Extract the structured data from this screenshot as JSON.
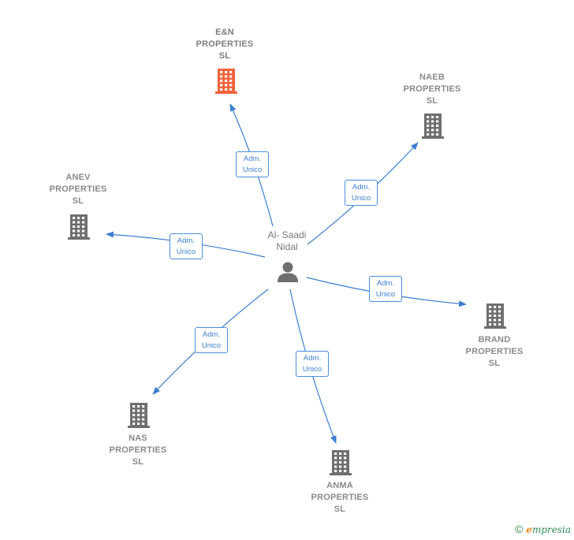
{
  "center": {
    "name_lines": [
      "Al- Saadi",
      "Nidal"
    ],
    "icon": "person-icon"
  },
  "relation_label": [
    "Adm.",
    "Unico"
  ],
  "companies": [
    {
      "id": "en",
      "lines": [
        "E&N",
        "PROPERTIES",
        "SL"
      ],
      "highlight": true
    },
    {
      "id": "naeb",
      "lines": [
        "NAEB",
        "PROPERTIES",
        "SL"
      ],
      "highlight": false
    },
    {
      "id": "anev",
      "lines": [
        "ANEV",
        "PROPERTIES",
        "SL"
      ],
      "highlight": false
    },
    {
      "id": "brand",
      "lines": [
        "BRAND",
        "PROPERTIES",
        "SL"
      ],
      "highlight": false
    },
    {
      "id": "nas",
      "lines": [
        "NAS",
        "PROPERTIES",
        "SL"
      ],
      "highlight": false
    },
    {
      "id": "anma",
      "lines": [
        "ANMA",
        "PROPERTIES",
        "SL"
      ],
      "highlight": false
    }
  ],
  "colors": {
    "edge": "#3d7fd1",
    "building": "#6f6f6f",
    "building_highlight": "#f0643c",
    "person": "#6f6f6f"
  },
  "footer": {
    "copyright_symbol": "©",
    "brand_initial": "e",
    "brand_rest": "mpresia"
  }
}
